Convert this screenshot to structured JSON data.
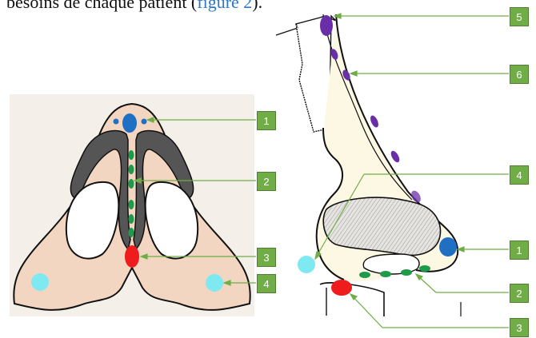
{
  "caption": {
    "text": "besoins de chaque patient (",
    "link": "figure 2",
    "suffix": ")."
  },
  "colors": {
    "label_box": "#70ad47",
    "leader_line": "#70ad47",
    "point_1": "#1f6fc2",
    "point_2": "#1f9a4a",
    "point_3": "#ee1c1c",
    "point_4": "#7fe9f2",
    "point_5": "#6a2fa8",
    "point_6": "#6a2fa8",
    "skin": "#f3d6c2",
    "cartilage": "#555555"
  },
  "frontal_view": {
    "labels": [
      "1",
      "2",
      "3",
      "4"
    ]
  },
  "lateral_view": {
    "labels": [
      "5",
      "6",
      "4",
      "1",
      "2",
      "3"
    ]
  }
}
